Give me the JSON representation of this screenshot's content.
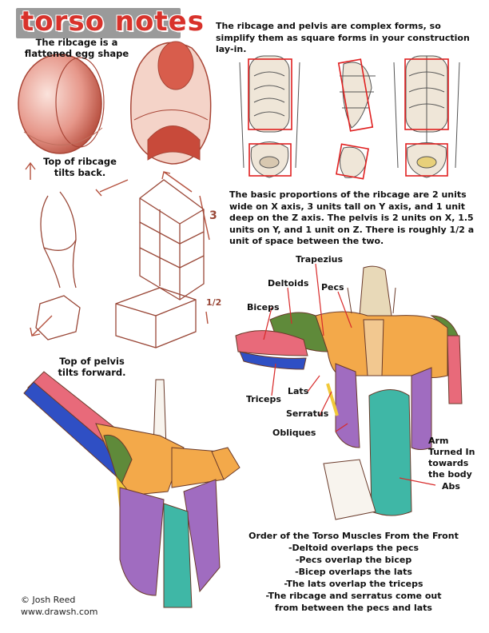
{
  "title": "torso notes",
  "notes": {
    "ribcage_shape": "The ribcage is a flattened egg shape",
    "ribcage_tilt": "Top of ribcage tilts back.",
    "pelvis_tilt": "Top of pelvis tilts forward."
  },
  "intro": "The ribcage and pelvis are complex forms, so simplify them as square forms in your construction lay-in.",
  "proportions": "The basic proportions of the ribcage are 2 units wide on X axis, 3 units tall on Y axis, and 1 unit deep on the Z axis.  The pelvis is 2 units on X, 1.5 units on Y, and 1 unit on Z.    There is roughly 1/2 a unit of space between the two.",
  "box_marks": {
    "y": "3",
    "half": "1/2"
  },
  "muscle_labels": {
    "trapezius": "Trapezius",
    "deltoids": "Deltoids",
    "pecs": "Pecs",
    "biceps": "Biceps",
    "triceps": "Triceps",
    "lats": "Lats",
    "serratus": "Serratus",
    "obliques": "Obliques",
    "arm_turned": "Arm Turned In towards the body",
    "abs": "Abs"
  },
  "order": {
    "heading": "Order of the Torso Muscles From the Front",
    "lines": [
      "-Deltoid overlaps the pecs",
      "-Pecs overlap the bicep",
      "-Bicep overlaps the lats",
      "-The lats overlap the triceps",
      "-The ribcage and serratus  come out",
      "from between the pecs and lats"
    ]
  },
  "credit": {
    "author": "© Josh Reed",
    "site": "www.drawsh.com"
  },
  "colors": {
    "title": "#d8322b",
    "sketch": "#b5523f",
    "deltoid": "#5f8a3a",
    "pecs": "#f3a94a",
    "biceps": "#e86a7a",
    "triceps": "#2f4fc4",
    "lats": "#a06cc0",
    "serratus": "#f1c93a",
    "abs": "#3fb7a6",
    "trapezius": "#e8d9b8",
    "guide_box": "#e02020"
  }
}
